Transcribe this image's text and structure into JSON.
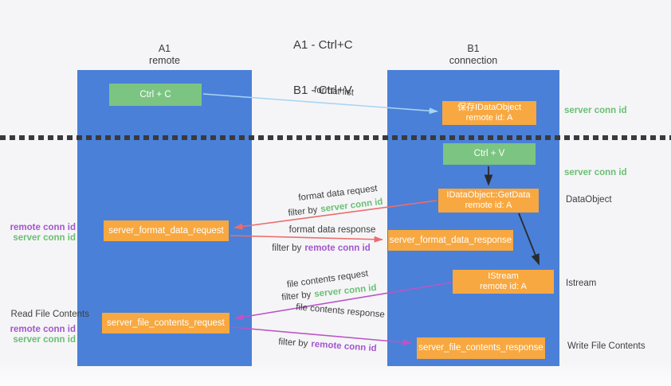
{
  "title": {
    "line1": "A1 - Ctrl+C",
    "line2": "B1 - Ctrl+V"
  },
  "lifelines": [
    {
      "name": "A1",
      "role": "remote"
    },
    {
      "name": "B1",
      "role": "connection"
    }
  ],
  "nodes": {
    "ctrl_c": {
      "label": "Ctrl + C"
    },
    "ctrl_v": {
      "label": "Ctrl + V"
    },
    "save_idataobject": {
      "line1": "保存IDataObject",
      "line2": "remote id: A"
    },
    "getdata": {
      "line1": "IDataObject::GetData",
      "line2": "remote id: A"
    },
    "istream": {
      "line1": "IStream",
      "line2": "remote id: A"
    },
    "server_format_data_request": {
      "label": "server_format_data_request"
    },
    "server_format_data_response": {
      "label": "server_format_data_response"
    },
    "server_file_contents_request": {
      "label": "server_file_contents_request"
    },
    "server_file_contents_response": {
      "label": "server_file_contents_response"
    }
  },
  "arrows": {
    "format_list": {
      "label": "format list"
    },
    "format_data_request": {
      "label": "format data request",
      "filter_prefix": "filter by",
      "filter_key": "server conn id"
    },
    "format_data_response": {
      "label": "format data response",
      "filter_prefix": "filter by",
      "filter_key": "remote conn id"
    },
    "file_contents_request": {
      "label": "file contents request",
      "filter_prefix": "filter by",
      "filter_key": "server conn id"
    },
    "file_contents_response": {
      "label": "file contents response",
      "filter_prefix": "filter by",
      "filter_key": "remote conn id"
    }
  },
  "side_labels": {
    "left": {
      "remote_conn_id_top": "remote conn id",
      "server_conn_id_top": "server conn id",
      "read_file_contents": "Read File Contents",
      "remote_conn_id_bottom": "remote conn id",
      "server_conn_id_bottom": "server conn id"
    },
    "right": {
      "server_conn_id_top": "server conn id",
      "server_conn_id_mid": "server conn id",
      "dataobject": "DataObject",
      "istream": "Istream",
      "write_file_contents": "Write File Contents"
    }
  },
  "colors": {
    "lifeline_blue": "#4a80d8",
    "action_green": "#7cc482",
    "message_orange": "#f8a840",
    "request_red": "#ed6c6c",
    "response_magenta": "#bb55c5",
    "format_list_blue": "#a9d4f3",
    "black_arrow": "#2b2b2b",
    "server_conn_green": "#6abf74",
    "remote_conn_purple": "#a455cd",
    "dotted_separator": "#3a3a3a"
  }
}
